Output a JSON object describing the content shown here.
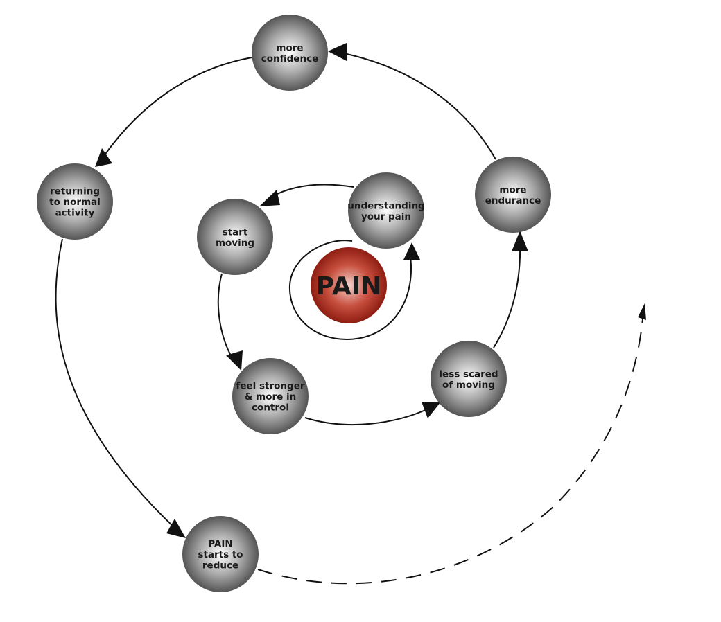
{
  "center": {
    "label": "PAIN",
    "color": "#c0392b"
  },
  "nodes": [
    {
      "id": "understanding",
      "lines": [
        "understanding",
        "your pain"
      ]
    },
    {
      "id": "start-moving",
      "lines": [
        "start",
        "moving"
      ]
    },
    {
      "id": "feel-stronger",
      "lines": [
        "feel stronger",
        "& more in",
        "control"
      ]
    },
    {
      "id": "less-scared",
      "lines": [
        "less scared",
        "of moving"
      ]
    },
    {
      "id": "more-endurance",
      "lines": [
        "more",
        "endurance"
      ]
    },
    {
      "id": "more-confidence",
      "lines": [
        "more",
        "confidence"
      ]
    },
    {
      "id": "returning",
      "lines": [
        "returning",
        "to normal",
        "activity"
      ]
    },
    {
      "id": "pain-reduce",
      "lines": [
        "PAIN",
        "starts to",
        "reduce"
      ]
    }
  ],
  "colors": {
    "node_light": "#ffffff",
    "node_mid": "#9a9a9a",
    "node_dark": "#4a4a4a",
    "line": "#111111"
  }
}
